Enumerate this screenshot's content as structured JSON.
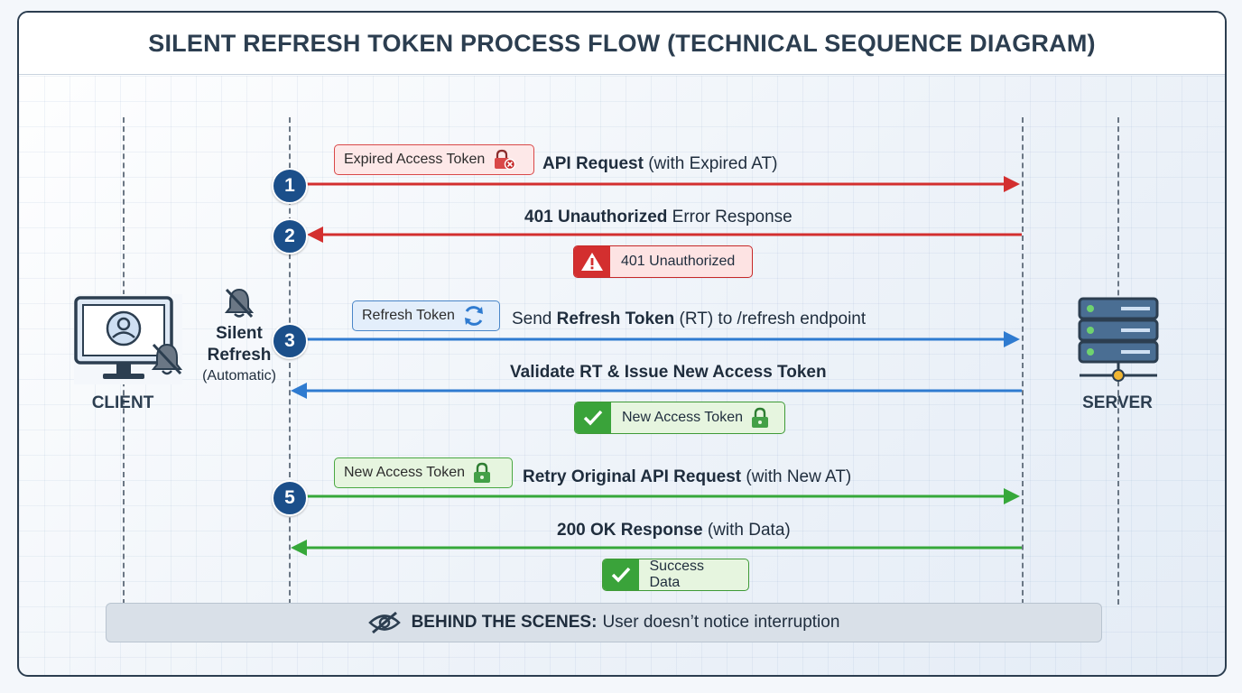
{
  "title": "SILENT REFRESH TOKEN PROCESS FLOW (TECHNICAL SEQUENCE DIAGRAM)",
  "actors": {
    "client": "CLIENT",
    "server": "SERVER"
  },
  "silent_refresh": {
    "line1": "Silent",
    "line2": "Refresh",
    "line3": "(Automatic)"
  },
  "steps": {
    "s1": {
      "number": "1",
      "bold": "API Request",
      "rest": " (with Expired AT)",
      "chip": "Expired Access Token",
      "color": "#d32f2f"
    },
    "s2": {
      "number": "2",
      "bold": "401 Unauthorized",
      "rest": " Error Response",
      "badge": "401 Unauthorized",
      "color": "#d32f2f"
    },
    "s3": {
      "number": "3",
      "pre": "Send ",
      "bold": "Refresh Token",
      "rest": " (RT) to /refresh endpoint",
      "chip": "Refresh Token",
      "color": "#2f7bd0"
    },
    "s4": {
      "bold": "Validate RT & Issue New Access Token",
      "badge": "New Access Token",
      "color": "#2f7bd0"
    },
    "s5": {
      "number": "5",
      "bold": "Retry Original API Request",
      "rest": " (with New AT)",
      "chip": "New Access Token",
      "color": "#36a83a"
    },
    "s6": {
      "bold": "200 OK Response",
      "rest": " (with Data)",
      "badge": "Success Data",
      "color": "#36a83a"
    }
  },
  "footer": {
    "bold": "BEHIND THE SCENES:",
    "text": "User doesn’t notice interruption"
  }
}
